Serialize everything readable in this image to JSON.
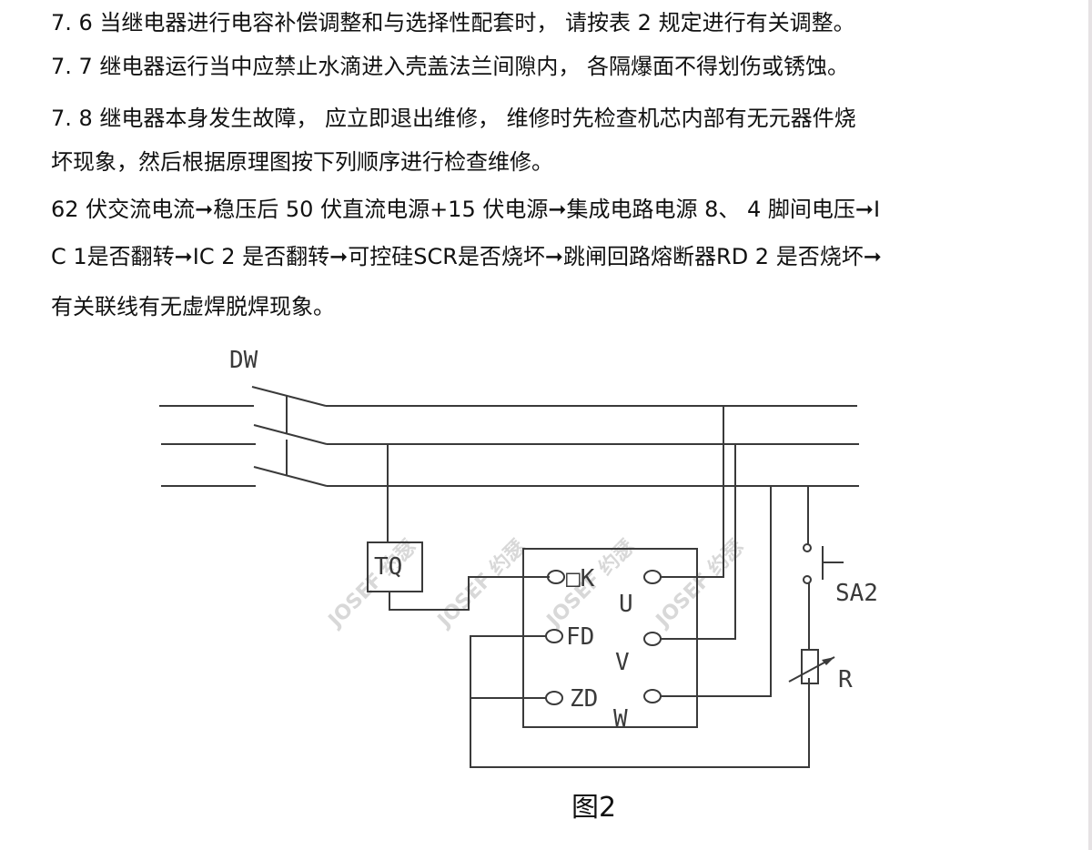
{
  "document": {
    "paragraphs": {
      "p7_6": "7. 6 当继电器进行电容补偿调整和与选择性配套时， 请按表 2 规定进行有关调整。",
      "p7_7": "7. 7 继电器运行当中应禁止水滴进入壳盖法兰间隙内， 各隔爆面不得划伤或锈蚀。",
      "p7_8_line1": "7. 8 继电器本身发生故障， 应立即退出维修， 维修时先检查机芯内部有无元器件烧",
      "p7_8_line2": "坏现象，然后根据原理图按下列顺序进行检查维修。",
      "seq_line1": "62 伏交流电流➞稳压后 50 伏直流电源+15 伏电源➞集成电路电源 8、 4 脚间电压➞I",
      "seq_line2": "C 1是否翻转➞IC 2 是否翻转➞可控硅SCR是否烧坏➞跳闸回路熔断器RD 2 是否烧坏➞",
      "seq_line3": "有关联线有无虚焊脱焊现象。"
    },
    "figure": {
      "caption": "图2",
      "labels": {
        "breaker": "DW",
        "trip_coil": "TQ",
        "terminal_qk": "□K",
        "terminal_fd": "FD",
        "terminal_zd": "ZD",
        "phase_u": "U",
        "phase_v": "V",
        "phase_w": "W",
        "switch": "SA2",
        "resistor": "R"
      },
      "watermark": "JOSEF 约瑟"
    }
  }
}
